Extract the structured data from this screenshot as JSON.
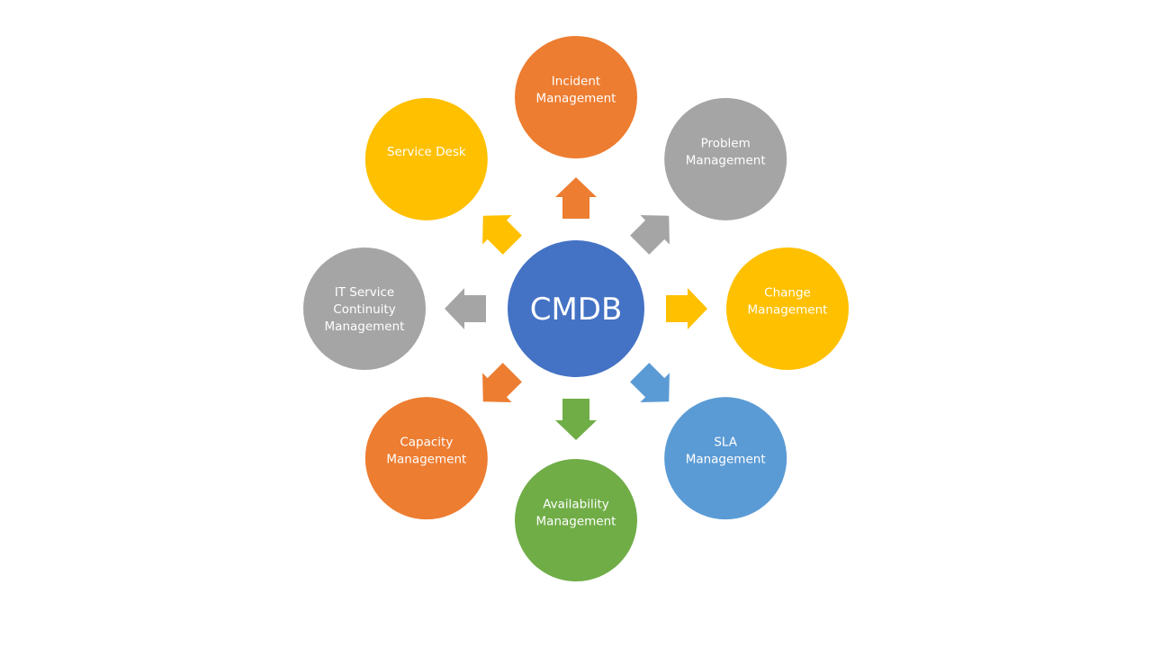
{
  "center": {
    "label": "CMDB",
    "color": "#4472C4"
  },
  "nodes": [
    {
      "id": "incident-management",
      "lines": [
        "Incident",
        "Management"
      ],
      "color": "#ED7D31",
      "direction": "up"
    },
    {
      "id": "problem-management",
      "lines": [
        "Problem",
        "Management"
      ],
      "color": "#A5A5A5",
      "direction": "up-right"
    },
    {
      "id": "change-management",
      "lines": [
        "Change",
        "Management"
      ],
      "color": "#FFC000",
      "direction": "right"
    },
    {
      "id": "sla-management",
      "lines": [
        "SLA",
        "Management"
      ],
      "color": "#5B9BD5",
      "direction": "down-right"
    },
    {
      "id": "availability-management",
      "lines": [
        "Availability",
        "Management"
      ],
      "color": "#70AD47",
      "direction": "down"
    },
    {
      "id": "capacity-management",
      "lines": [
        "Capacity",
        "Management"
      ],
      "color": "#ED7D31",
      "direction": "down-left"
    },
    {
      "id": "it-service-continuity-management",
      "lines": [
        "IT Service",
        "Continuity",
        "Management"
      ],
      "color": "#A5A5A5",
      "direction": "left"
    },
    {
      "id": "service-desk",
      "lines": [
        "Service Desk"
      ],
      "color": "#FFC000",
      "direction": "up-left"
    }
  ]
}
